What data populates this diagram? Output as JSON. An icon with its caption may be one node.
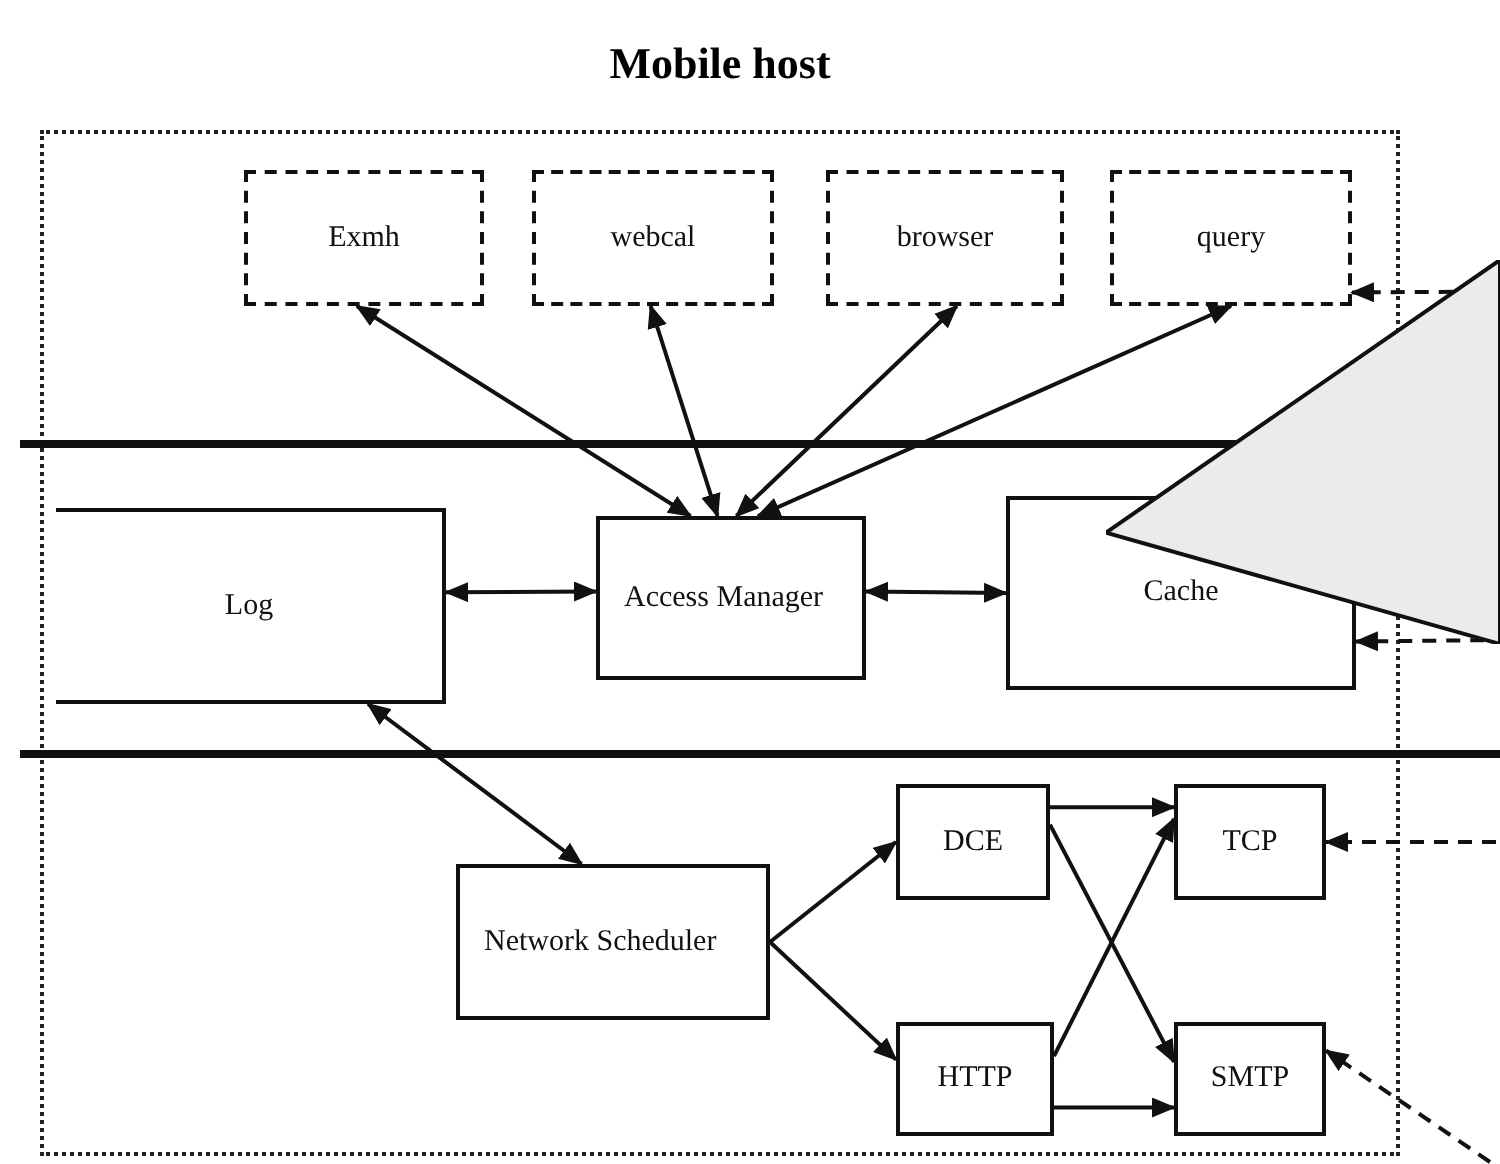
{
  "diagram": {
    "nodes": [
      {
        "text": [
          "Mobile host"
        ]
      },
      {
        "text": [
          "Exmh"
        ],
        "in": 0
      },
      {
        "text": [
          "webcal"
        ],
        "in": 0
      },
      {
        "text": [
          "browser"
        ],
        "in": 0
      },
      {
        "text": [
          "query"
        ],
        "in": 0
      },
      {
        "text": [
          "Log"
        ],
        "in": 0
      },
      {
        "text": [
          "Access Manager"
        ],
        "in": 0
      },
      {
        "text": [
          "Cache"
        ],
        "in": 0
      },
      {
        "text": [
          "Network Scheduler"
        ],
        "in": 0
      },
      {
        "text": [
          "DCE"
        ],
        "in": 0
      },
      {
        "text": [
          "TCP"
        ],
        "in": 0
      },
      {
        "text": [
          "HTTP"
        ],
        "in": 0
      },
      {
        "text": [
          "SMTP"
        ],
        "in": 0
      },
      {
        "text": [],
        "shape": "callout"
      }
    ],
    "edges": [
      {
        "from": 6,
        "to": 1,
        "arrow": "both"
      },
      {
        "from": 6,
        "to": 2,
        "arrow": "both"
      },
      {
        "from": 6,
        "to": 3,
        "arrow": "both"
      },
      {
        "from": 6,
        "to": 4,
        "arrow": "both"
      },
      {
        "from": 5,
        "to": 6,
        "arrow": "both"
      },
      {
        "from": 6,
        "to": 7,
        "arrow": "both"
      },
      {
        "from": 5,
        "to": 8,
        "arrow": "both"
      },
      {
        "from": 8,
        "to": 9,
        "arrow": "to"
      },
      {
        "from": 8,
        "to": 11,
        "arrow": "to"
      },
      {
        "from": 9,
        "to": 10,
        "arrow": "to"
      },
      {
        "from": 9,
        "to": 12,
        "arrow": "to"
      },
      {
        "from": 11,
        "to": 10,
        "arrow": "to"
      },
      {
        "from": 11,
        "to": 12,
        "arrow": "to"
      },
      {
        "from": 13,
        "to": 4,
        "arrow": "to",
        "style": "dashed"
      },
      {
        "from": 13,
        "to": 7,
        "arrow": "to",
        "style": "dashed"
      },
      {
        "from": null,
        "to": 10,
        "arrow": "to",
        "style": "dashed"
      },
      {
        "from": null,
        "to": 12,
        "arrow": "to",
        "style": "dashed"
      }
    ]
  }
}
